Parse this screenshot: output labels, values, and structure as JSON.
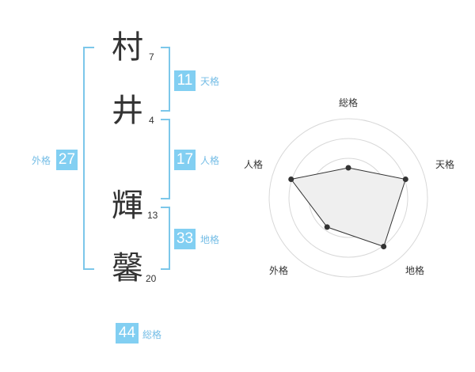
{
  "name": {
    "characters": [
      {
        "char": "村",
        "strokes": "7"
      },
      {
        "char": "井",
        "strokes": "4"
      },
      {
        "char": "輝",
        "strokes": "13"
      },
      {
        "char": "馨",
        "strokes": "20"
      }
    ]
  },
  "fortune": {
    "tenkaku": {
      "value": "11",
      "label": "天格"
    },
    "jinkaku": {
      "value": "17",
      "label": "人格"
    },
    "chikaku": {
      "value": "33",
      "label": "地格"
    },
    "gaikaku": {
      "value": "27",
      "label": "外格"
    },
    "soukaku": {
      "value": "44",
      "label": "総格"
    }
  },
  "colors": {
    "accent": "#82cff2",
    "bracket": "#7cc7ea",
    "label": "#74bde6"
  },
  "chart_data": {
    "type": "radar",
    "axes": [
      "総格",
      "天格",
      "地格",
      "外格",
      "人格"
    ],
    "scale_rings": 4,
    "values": [
      0.5,
      1.0,
      1.0,
      0.6,
      1.0
    ],
    "grid": true
  }
}
